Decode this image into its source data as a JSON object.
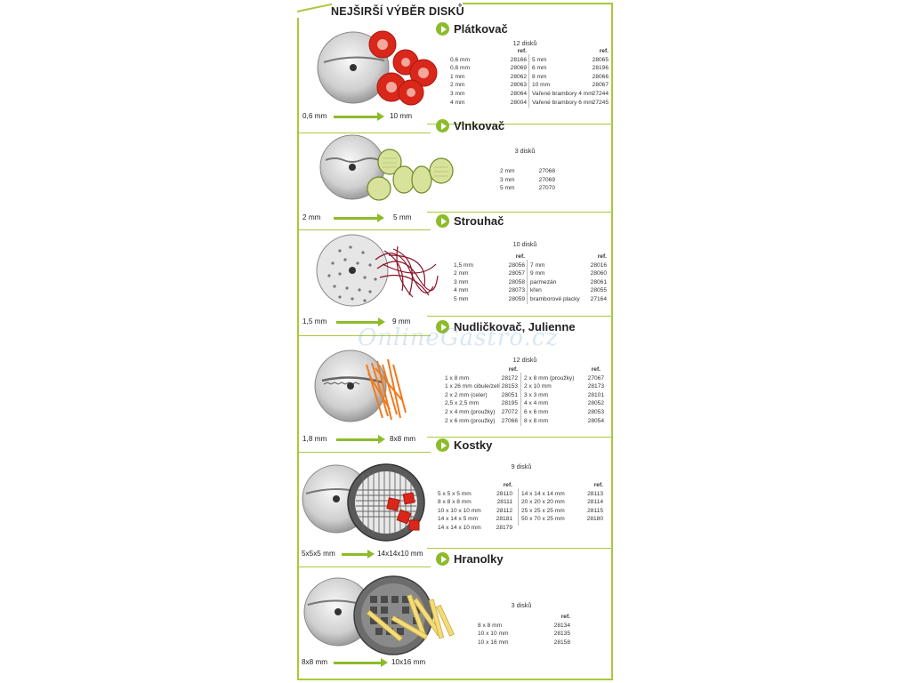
{
  "title": "NEJŠIRŠÍ VÝBĚR DISKŮ",
  "ref_label": "ref.",
  "watermark": "OnlineGastro.cz",
  "sections": [
    {
      "title": "Plátkovač",
      "count": "12 disků",
      "range_min": "0,6 mm",
      "range_max": "10 mm",
      "left": [
        [
          "0,6 mm",
          "28166"
        ],
        [
          "0,8 mm",
          "28069"
        ],
        [
          "1 mm",
          "28062"
        ],
        [
          "2 mm",
          "28063"
        ],
        [
          "3 mm",
          "28064"
        ],
        [
          "4 mm",
          "28004"
        ]
      ],
      "right": [
        [
          "5 mm",
          "28065"
        ],
        [
          "6 mm",
          "28196"
        ],
        [
          "8 mm",
          "28066"
        ],
        [
          "10 mm",
          "28067"
        ],
        [
          "Vařené brambory 4 mm",
          "27244"
        ],
        [
          "Vařené brambory 6 mm",
          "27245"
        ]
      ]
    },
    {
      "title": "Vlnkovač",
      "count": "3 disků",
      "range_min": "2 mm",
      "range_max": "5 mm",
      "left": [
        [
          "2 mm",
          "27068"
        ],
        [
          "3 mm",
          "27069"
        ],
        [
          "5 mm",
          "27070"
        ]
      ],
      "right": []
    },
    {
      "title": "Strouhač",
      "count": "10 disků",
      "range_min": "1,5 mm",
      "range_max": "9 mm",
      "left": [
        [
          "1,5 mm",
          "28056"
        ],
        [
          "2 mm",
          "28057"
        ],
        [
          "3 mm",
          "28058"
        ],
        [
          "4 mm",
          "28073"
        ],
        [
          "5 mm",
          "28059"
        ]
      ],
      "right": [
        [
          "7 mm",
          "28016"
        ],
        [
          "9 mm",
          "28060"
        ],
        [
          "parmezán",
          "28061"
        ],
        [
          "křen",
          "28055"
        ],
        [
          "bramborové placky",
          "27164"
        ]
      ]
    },
    {
      "title": "Nudličkovač, Julienne",
      "count": "12 disků",
      "range_min": "1,8 mm",
      "range_max": "8x8 mm",
      "left": [
        [
          "1 x 8 mm",
          "28172"
        ],
        [
          "1 x 26 mm cibule/zelí",
          "28153"
        ],
        [
          "2 x 2 mm (celer)",
          "28051"
        ],
        [
          "2,5 x 2,5 mm",
          "28195"
        ],
        [
          "2 x 4 mm (proužky)",
          "27072"
        ],
        [
          "2 x 6 mm (proužky)",
          "27066"
        ]
      ],
      "right": [
        [
          "2 x 8 mm (proužky)",
          "27067"
        ],
        [
          "2 x 10 mm",
          "28173"
        ],
        [
          "3 x 3 mm",
          "28101"
        ],
        [
          "4 x 4 mm",
          "28052"
        ],
        [
          "6 x 6 mm",
          "28053"
        ],
        [
          "8 x 8 mm",
          "28054"
        ]
      ]
    },
    {
      "title": "Kostky",
      "count": "9 disků",
      "range_min": "5x5x5 mm",
      "range_max": "14x14x10 mm",
      "left": [
        [
          "5 x 5 x 5 mm",
          "28110"
        ],
        [
          "8 x 8 x 8 mm",
          "28111"
        ],
        [
          "10 x 10 x 10 mm",
          "28112"
        ],
        [
          "14 x 14 x 5 mm",
          "28181"
        ],
        [
          "14 x 14 x 10 mm",
          "28179"
        ]
      ],
      "right": [
        [
          "14 x 14 x 14 mm",
          "28113"
        ],
        [
          "20 x 20 x 20 mm",
          "28114"
        ],
        [
          "25 x 25 x 25 mm",
          "28115"
        ],
        [
          "50 x 70 x 25 mm",
          "28180"
        ]
      ]
    },
    {
      "title": "Hranolky",
      "count": "3 disků",
      "range_min": "8x8 mm",
      "range_max": "10x16 mm",
      "left": [
        [
          "8 x 8 mm",
          "28134"
        ],
        [
          "10 x 10 mm",
          "28135"
        ],
        [
          "10 x 16 mm",
          "28158"
        ]
      ],
      "right": []
    }
  ],
  "colors": {
    "accent": "#8dbb2a",
    "frame": "#a9c93c",
    "tomato": "#d9281b",
    "carrot": "#f07a1c",
    "beet": "#8a1428",
    "zucchini": "#c9d97a",
    "fries": "#f3dc7a"
  }
}
